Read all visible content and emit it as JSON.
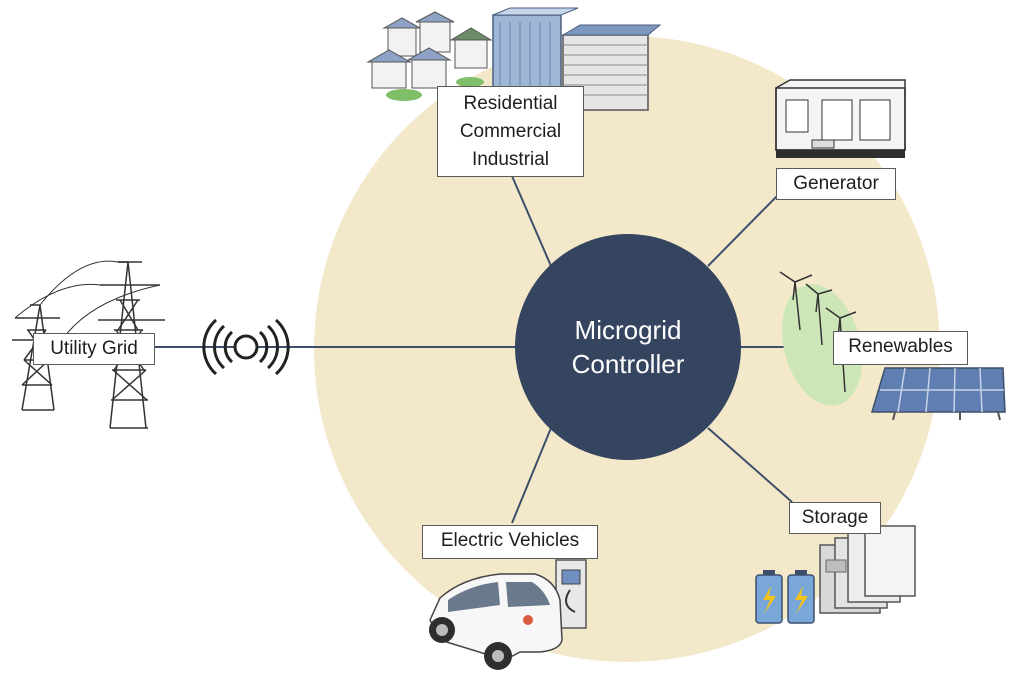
{
  "controller": {
    "line1": "Microgrid",
    "line2": "Controller"
  },
  "nodes": {
    "residential": {
      "line1": "Residential",
      "line2": "Commercial",
      "line3": "Industrial",
      "icon": "buildings-icon"
    },
    "generator": {
      "label": "Generator",
      "icon": "generator-icon"
    },
    "renewables": {
      "label": "Renewables",
      "icon": "wind-solar-icon"
    },
    "storage": {
      "label": "Storage",
      "icon": "battery-icon"
    },
    "vehicles": {
      "label": "Electric Vehicles",
      "icon": "electric-car-icon"
    },
    "utility": {
      "label": "Utility Grid",
      "icon": "transmission-tower-icon"
    }
  },
  "colors": {
    "background_disc": "#f3e8c9",
    "controller": "#35445f",
    "connector": "#3e4f6b",
    "renewables_glow": "#cde6b8"
  }
}
